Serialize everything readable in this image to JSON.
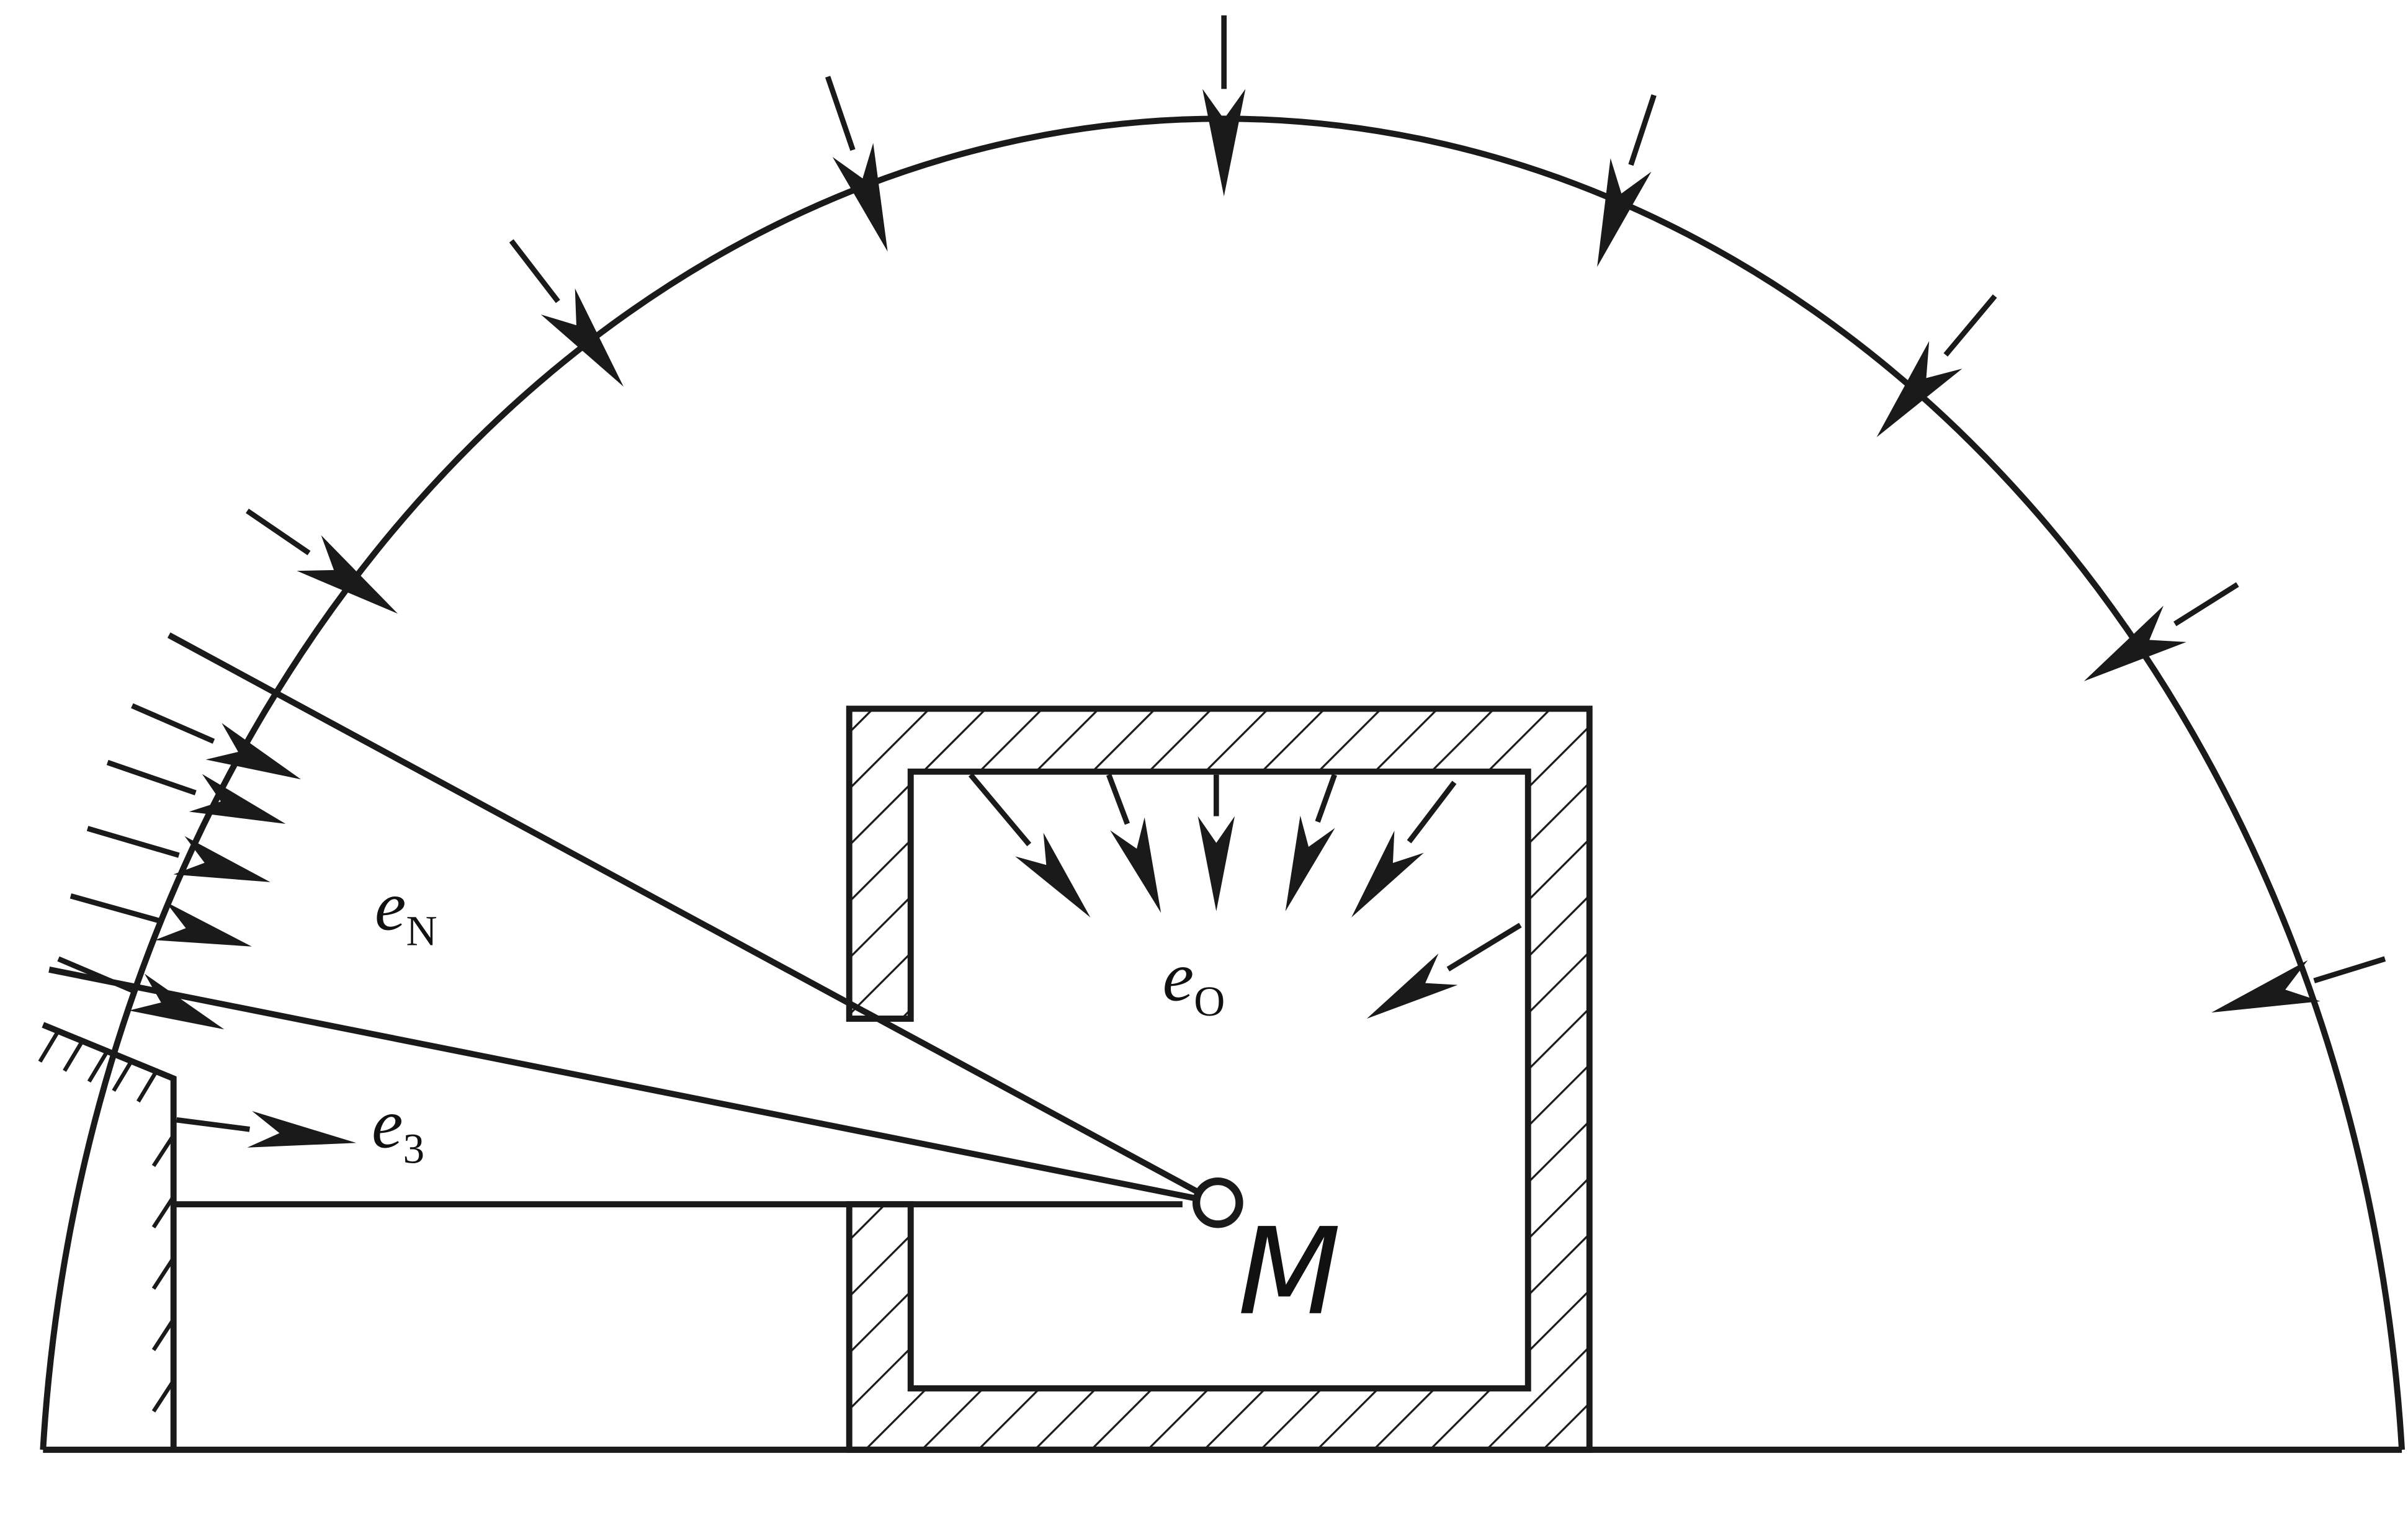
{
  "labels": {
    "e_N_main": "e",
    "e_N_sub": "N",
    "e_O_main": "e",
    "e_O_sub": "O",
    "e_3_main": "e",
    "e_3_sub": "3",
    "point": "M"
  },
  "style": {
    "stroke": "#1a1a1a",
    "background": "#ffffff"
  }
}
